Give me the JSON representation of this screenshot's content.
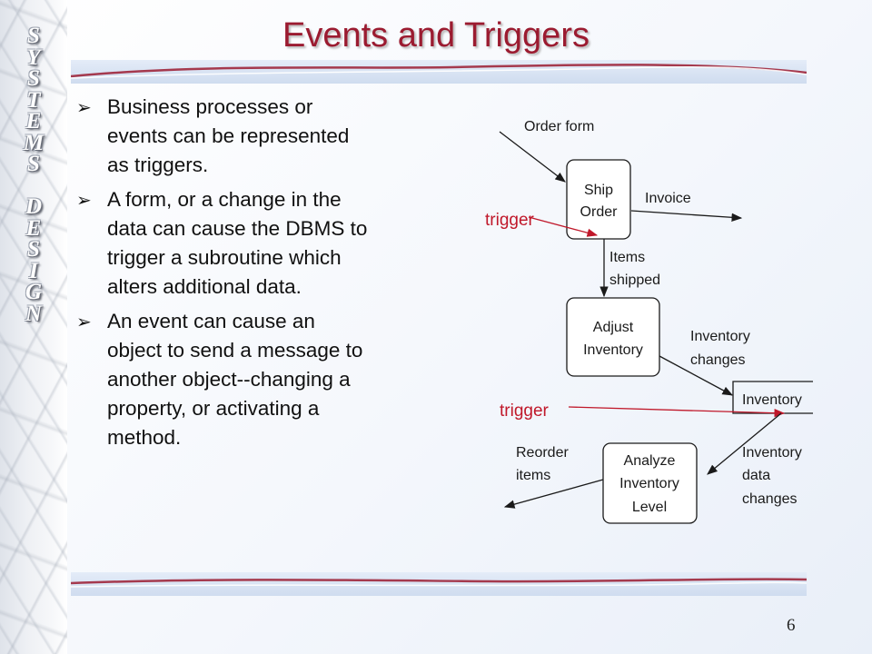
{
  "side_title": [
    "S",
    "Y",
    "S",
    "T",
    "E",
    "M",
    "S",
    "",
    "D",
    "E",
    "S",
    "I",
    "G",
    "N"
  ],
  "title": "Events and Triggers",
  "bullets": [
    [
      "Business processes or",
      "events can be represented",
      "as triggers."
    ],
    [
      "A form, or a change in the",
      "data can cause the DBMS to",
      "trigger a subroutine which",
      "alters additional data."
    ],
    [
      "An event can cause an",
      "object to send a message to",
      "another object--changing a",
      "property, or activating a",
      "method."
    ]
  ],
  "diagram": {
    "order_form": "Order form",
    "ship_order": [
      "Ship",
      "Order"
    ],
    "invoice": "Invoice",
    "trigger": "trigger",
    "items_shipped": [
      "Items",
      "shipped"
    ],
    "adjust_inventory": [
      "Adjust",
      "Inventory"
    ],
    "inventory_changes": [
      "Inventory",
      "changes"
    ],
    "inventory_store": "Inventory",
    "trigger2": "trigger",
    "reorder_items": [
      "Reorder",
      "items"
    ],
    "analyze_inventory": [
      "Analyze",
      "Inventory",
      "Level"
    ],
    "inventory_data_changes": [
      "Inventory",
      "data",
      "changes"
    ]
  },
  "page_number": "6",
  "colors": {
    "title": "#9b1b30",
    "trigger": "#c0182a"
  }
}
